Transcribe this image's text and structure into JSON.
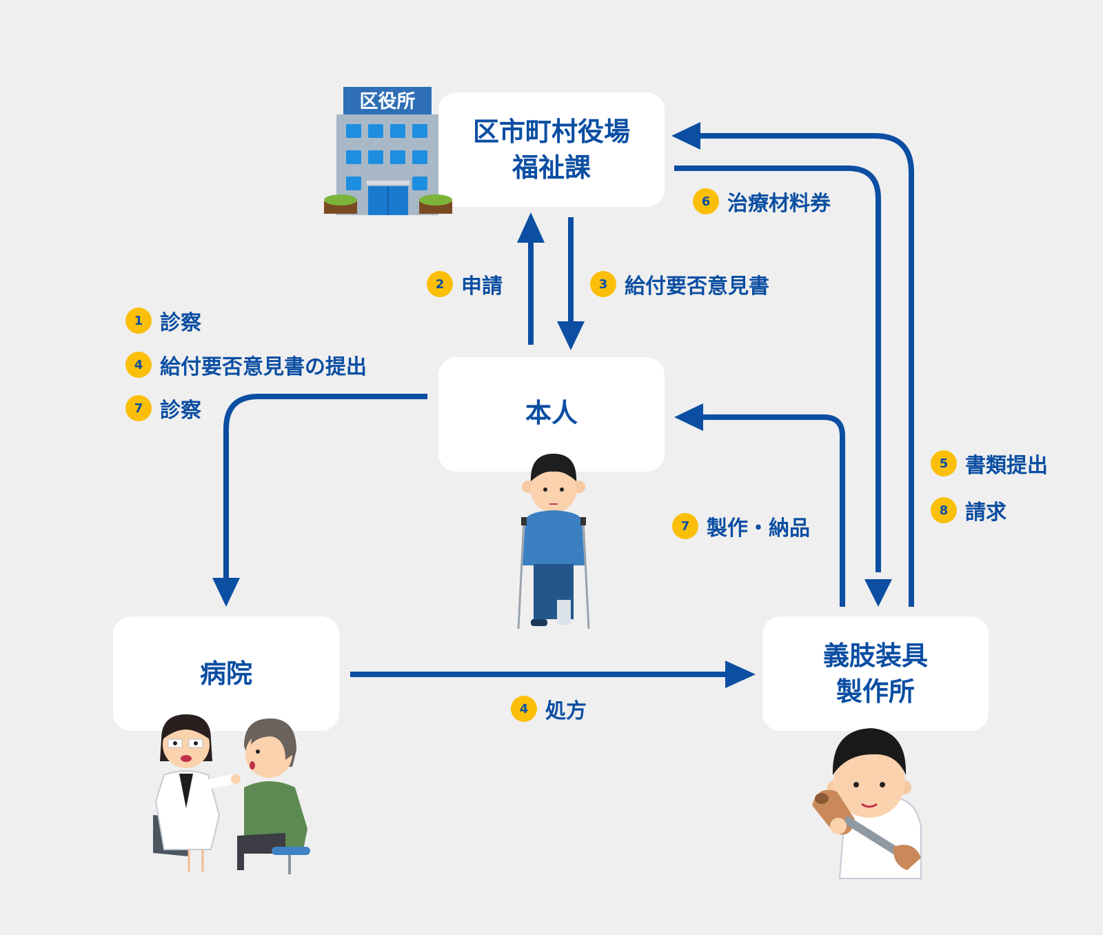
{
  "colors": {
    "background": "#efefef",
    "node_fill": "#ffffff",
    "text_blue": "#0b4ea2",
    "arrow_blue": "#0b4ea2",
    "badge_yellow": "#fbbf0a"
  },
  "nodes": {
    "city_office": {
      "line1": "区市町村役場",
      "line2": "福祉課"
    },
    "person": {
      "label": "本人"
    },
    "hospital": {
      "label": "病院"
    },
    "maker": {
      "line1": "義肢装具",
      "line2": "製作所"
    }
  },
  "illustrations": {
    "building_sign": "区役所",
    "building": "city-office-building-icon",
    "person": "person-on-crutches-icon",
    "hospital": "doctor-and-patient-icon",
    "maker": "prosthetist-icon"
  },
  "steps": {
    "apply": {
      "num": "2",
      "text": "申請"
    },
    "opinion": {
      "num": "3",
      "text": "給付要否意見書"
    },
    "voucher": {
      "num": "6",
      "text": "治療材料券"
    },
    "exam1": {
      "num": "1",
      "text": "診察"
    },
    "submit_opinion": {
      "num": "4",
      "text": "給付要否意見書の提出"
    },
    "exam7": {
      "num": "7",
      "text": "診察"
    },
    "produce_deliver": {
      "num": "7",
      "text": "製作・納品"
    },
    "documents": {
      "num": "5",
      "text": "書類提出"
    },
    "billing": {
      "num": "8",
      "text": "請求"
    },
    "prescription": {
      "num": "4",
      "text": "処方"
    }
  }
}
